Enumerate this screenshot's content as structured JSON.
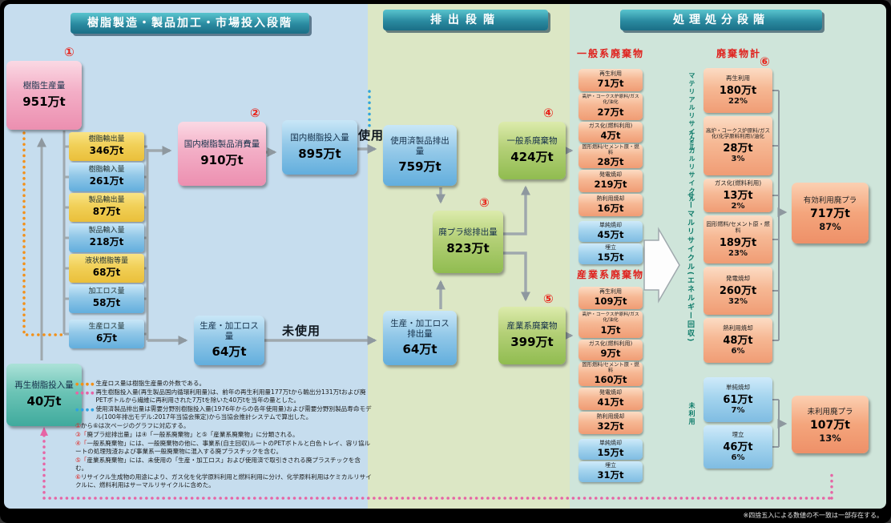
{
  "stage_headers": {
    "production": "樹脂製造・製品加工・市場投入段階",
    "discharge": "排出段階",
    "treatment": "処理処分段階"
  },
  "flow_labels": {
    "used": "使用",
    "unused": "未使用"
  },
  "left": {
    "resin_production": {
      "marker": "①",
      "label": "樹脂生産量",
      "value": "951万t"
    },
    "io_boxes": [
      {
        "label": "樹脂輸出量",
        "value": "346万t"
      },
      {
        "label": "樹脂輸入量",
        "value": "261万t"
      },
      {
        "label": "製品輸出量",
        "value": "87万t"
      },
      {
        "label": "製品輸入量",
        "value": "218万t"
      },
      {
        "label": "液状樹脂等量",
        "value": "68万t"
      },
      {
        "label": "加工ロス量",
        "value": "58万t"
      }
    ],
    "production_loss": {
      "label": "生産ロス量",
      "value": "6万t"
    },
    "consumption": {
      "marker": "②",
      "label": "国内樹脂製品消費量",
      "value": "910万t"
    },
    "domestic_input": {
      "label": "国内樹脂投入量",
      "value": "895万t"
    },
    "recycled_input": {
      "label": "再生樹脂投入量",
      "value": "40万t"
    },
    "processing_loss": {
      "label": "生産・加工ロス量",
      "value": "64万t"
    }
  },
  "discharge": {
    "used_products": {
      "label": "使用済製品排出量",
      "value": "759万t"
    },
    "total_waste": {
      "marker": "③",
      "label": "廃プラ総排出量",
      "value": "823万t"
    },
    "municipal_waste": {
      "marker": "④",
      "label": "一般系廃棄物",
      "value": "424万t"
    },
    "loss_discharge": {
      "label": "生産・加工ロス排出量",
      "value": "64万t"
    },
    "industrial_waste": {
      "marker": "⑤",
      "label": "産業系廃棄物",
      "value": "399万t"
    }
  },
  "treatment": {
    "municipal": {
      "title": "一般系廃棄物",
      "items": [
        {
          "label": "再生利用",
          "value": "71万t"
        },
        {
          "label": "高炉・コークス炉原料/ガス化/油化",
          "value": "27万t"
        },
        {
          "label": "ガス化(燃料利用)",
          "value": "4万t"
        },
        {
          "label": "固形燃料/セメント原・燃料",
          "value": "28万t"
        },
        {
          "label": "発電焼却",
          "value": "219万t"
        },
        {
          "label": "熱利用焼却",
          "value": "16万t"
        },
        {
          "label": "単純焼却",
          "value": "45万t"
        },
        {
          "label": "埋立",
          "value": "15万t"
        }
      ]
    },
    "industrial": {
      "title": "産業系廃棄物",
      "items": [
        {
          "label": "再生利用",
          "value": "109万t"
        },
        {
          "label": "高炉・コークス炉原料/ガス化/油化",
          "value": "1万t"
        },
        {
          "label": "ガス化(燃料利用)",
          "value": "9万t"
        },
        {
          "label": "固形燃料/セメント原・燃料",
          "value": "160万t"
        },
        {
          "label": "発電焼却",
          "value": "41万t"
        },
        {
          "label": "熱利用焼却",
          "value": "32万t"
        },
        {
          "label": "単純焼却",
          "value": "15万t"
        },
        {
          "label": "埋立",
          "value": "31万t"
        }
      ]
    },
    "total": {
      "title": "廃棄物計",
      "marker": "⑥",
      "items": [
        {
          "label": "再生利用",
          "value": "180万t",
          "pct": "22%"
        },
        {
          "label": "高炉・コークス炉原料/ガス化(化学原料利用)/油化",
          "value": "28万t",
          "pct": "3%"
        },
        {
          "label": "ガス化(燃料利用)",
          "value": "13万t",
          "pct": "2%"
        },
        {
          "label": "固形燃料/セメント原・燃料",
          "value": "189万t",
          "pct": "23%"
        },
        {
          "label": "発電焼却",
          "value": "260万t",
          "pct": "32%"
        },
        {
          "label": "熱利用焼却",
          "value": "48万t",
          "pct": "6%"
        },
        {
          "label": "単純焼却",
          "value": "61万t",
          "pct": "7%"
        },
        {
          "label": "埋立",
          "value": "46万t",
          "pct": "6%"
        }
      ]
    },
    "categories": {
      "material": "マテリアルリサイクル",
      "chemical": "ケミカルリサイクル",
      "thermal": "サーマルリサイクル(エネルギー回収)",
      "unused": "未利用"
    },
    "effective_use": {
      "label": "有効利用廃プラ",
      "value": "717万t",
      "pct": "87%"
    },
    "unused_output": {
      "label": "未利用廃プラ",
      "value": "107万t",
      "pct": "13%"
    }
  },
  "notes": [
    {
      "text": "生産ロス量は樹脂生産量の外数である。"
    },
    {
      "text": "再生樹脂投入量(再生製品国内循環利用量)は、前年の再生利用量177万tから輸出分131万tおよび廃PETボトルから繊維に再利用された7万tを除いた40万tを当年の量とした。"
    },
    {
      "text": "使用済製品排出量は需要分野別樹脂投入量(1976年からの各年使用量)および需要分野別製品寿命モデル(100年排出モデル:2017年当協会策定)から当協会推計システムで算出した。"
    },
    {
      "text": "①から⑥は次ページのグラフに対応する。"
    },
    {
      "text": "③「廃プラ総排出量」は④「一般系廃棄物」と⑤「産業系廃棄物」に分類される。"
    },
    {
      "text": "④「一般系廃棄物」には、一般廃棄物の他に、事業系(自主回収)ルートのPETボトルと白色トレイ、容リ協ルートの処理残渣および事業系一般廃棄物に混入する廃プラスチックを含む。"
    },
    {
      "text": "⑤「産業系廃棄物」には、未使用の「生産・加工ロス」および使用済で取引きされる廃プラスチックを含む。"
    },
    {
      "text": "⑥リサイクル生成物の用途により、ガス化を化学原料利用と燃料利用に分け、化学原料利用はケミカルリサイクルに、燃料利用はサーマルリサイクルに含めた。"
    }
  ],
  "footnote": "※四捨五入による数値の不一致は一部存在する。"
}
